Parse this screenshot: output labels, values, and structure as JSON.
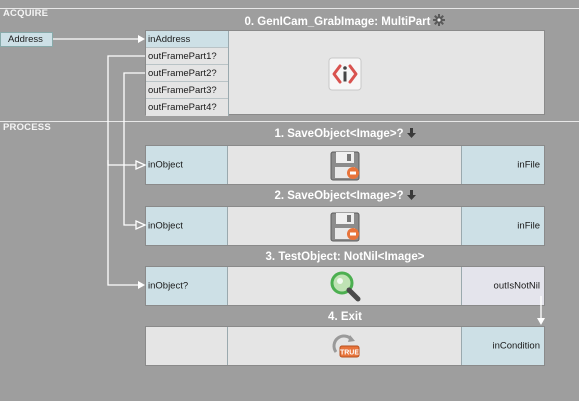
{
  "sections": {
    "acquire": "ACQUIRE",
    "process": "PROCESS"
  },
  "address_input": "Address",
  "nodes": [
    {
      "title": "0. GenICam_GrabImage: MultiPart",
      "suffix_icon": "gear-icon",
      "icon": "code-brackets-icon",
      "inputs": [
        "inAddress"
      ],
      "outputs": [
        "outFramePart1?",
        "outFramePart2?",
        "outFramePart3?",
        "outFramePart4?"
      ]
    },
    {
      "title": "1. SaveObject<Image>?",
      "suffix_icon": "arrow-down-icon",
      "icon": "floppy-disk-icon",
      "input": "inObject",
      "output": "inFile"
    },
    {
      "title": "2. SaveObject<Image>?",
      "suffix_icon": "arrow-down-icon",
      "icon": "floppy-disk-icon",
      "input": "inObject",
      "output": "inFile"
    },
    {
      "title": "3. TestObject: NotNil<Image>",
      "icon": "magnifier-icon",
      "input": "inObject?",
      "output": "outIsNotNil"
    },
    {
      "title": "4. Exit",
      "icon": "exit-true-icon",
      "input": "",
      "output": "inCondition"
    }
  ],
  "exit_badge": "TRUE",
  "colors": {
    "background": "#9e9e9e",
    "node_body": "#e5e5e5",
    "port": "#cde0e6",
    "wire": "#ffffff",
    "icon_red": "#d9534f",
    "icon_green": "#4caf50"
  }
}
